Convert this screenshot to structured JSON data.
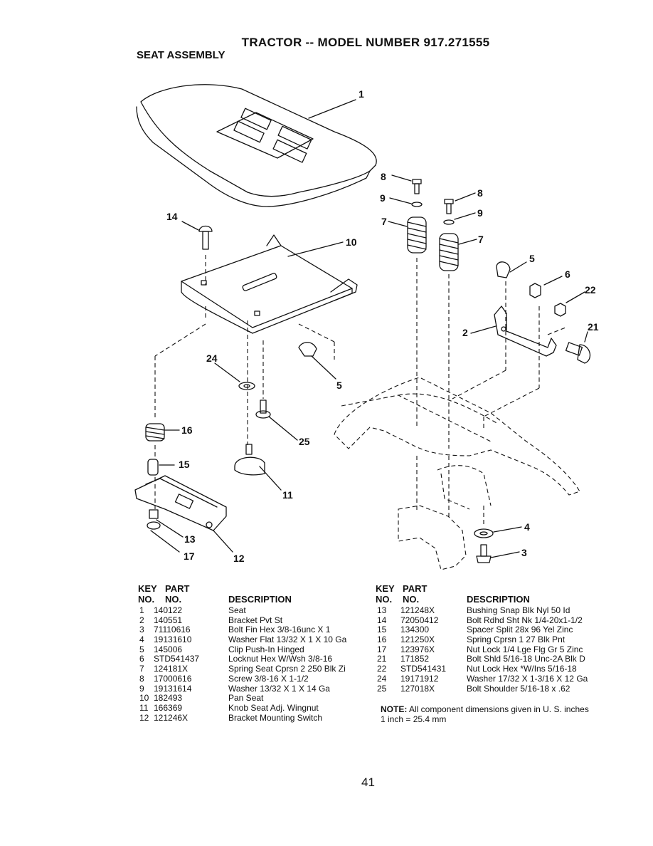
{
  "header": {
    "title": "TRACTOR -- MODEL NUMBER 917.271555",
    "subtitle": "SEAT ASSEMBLY"
  },
  "diagram_labels": {
    "seat": "1",
    "bracket_right": "2",
    "bolt_bottom": "3",
    "washer_bottom": "4",
    "clip_right": "5",
    "clip_left": "5",
    "locknut": "6",
    "spring_left": "7",
    "spring_right": "7",
    "screw_left": "8",
    "screw_right": "8",
    "washer_left": "9",
    "washer_right": "9",
    "pan_seat": "10",
    "knob": "11",
    "bracket_switch": "12",
    "bushing": "13",
    "bolt_pan": "14",
    "spacer": "15",
    "spring_small": "16",
    "nut_lock": "17",
    "bolt_shoulder_right": "21",
    "nut_hex": "22",
    "washer_pan": "24",
    "bolt_shoulder": "25"
  },
  "parts_table": {
    "headers": {
      "key": "KEY",
      "no": "NO.",
      "part": "PART",
      "part_no": "NO.",
      "description": "DESCRIPTION"
    },
    "left_rows": [
      {
        "key": "1",
        "part": "140122",
        "desc": "Seat"
      },
      {
        "key": "2",
        "part": "140551",
        "desc": "Bracket Pvt St"
      },
      {
        "key": "3",
        "part": "71110616",
        "desc": "Bolt Fin Hex 3/8-16unc X 1"
      },
      {
        "key": "4",
        "part": "19131610",
        "desc": "Washer Flat 13/32 X 1 X 10 Ga"
      },
      {
        "key": "5",
        "part": "145006",
        "desc": "Clip Push-In Hinged"
      },
      {
        "key": "6",
        "part": "STD541437",
        "desc": "Locknut Hex W/Wsh  3/8-16"
      },
      {
        "key": "7",
        "part": "124181X",
        "desc": "Spring Seat Cprsn 2 250 Blk Zi"
      },
      {
        "key": "8",
        "part": "17000616",
        "desc": "Screw 3/8-16 X 1-1/2"
      },
      {
        "key": "9",
        "part": "19131614",
        "desc": "Washer 13/32 X 1 X 14 Ga"
      },
      {
        "key": "10",
        "part": "182493",
        "desc": "Pan Seat"
      },
      {
        "key": "11",
        "part": "166369",
        "desc": "Knob Seat Adj. Wingnut"
      },
      {
        "key": "12",
        "part": "121246X",
        "desc": "Bracket Mounting Switch"
      }
    ],
    "right_rows": [
      {
        "key": "13",
        "part": "121248X",
        "desc": "Bushing Snap Blk Nyl 50 Id"
      },
      {
        "key": "14",
        "part": "72050412",
        "desc": "Bolt Rdhd Sht Nk 1/4-20x1-1/2"
      },
      {
        "key": "15",
        "part": "134300",
        "desc": "Spacer Split 28x 96 Yel Zinc"
      },
      {
        "key": "16",
        "part": "121250X",
        "desc": "Spring Cprsn 1 27 Blk Pnt"
      },
      {
        "key": "17",
        "part": "123976X",
        "desc": "Nut Lock 1/4 Lge Flg Gr 5 Zinc"
      },
      {
        "key": "21",
        "part": "171852",
        "desc": "Bolt Shld 5/16-18 Unc-2A Blk D"
      },
      {
        "key": "22",
        "part": "STD541431",
        "desc": "Nut Lock Hex *W/Ins  5/16-18"
      },
      {
        "key": "24",
        "part": "19171912",
        "desc": "Washer 17/32 X 1-3/16 X 12 Ga"
      },
      {
        "key": "25",
        "part": "127018X",
        "desc": "Bolt Shoulder 5/16-18 x .62"
      }
    ]
  },
  "note": {
    "label": "NOTE:",
    "text": "All component dimensions given in U. S. inches 1 inch = 25.4 mm"
  },
  "page_number": "41"
}
